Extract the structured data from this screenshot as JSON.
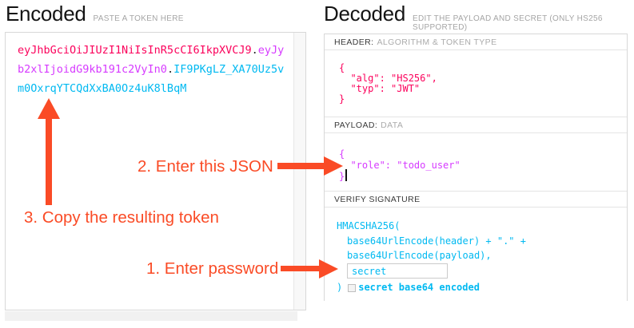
{
  "encoded": {
    "title": "Encoded",
    "subtitle": "PASTE A TOKEN HERE",
    "token": {
      "header_part": "eyJhbGciOiJIUzI1NiIsInR5cCI6IkpXVCJ9",
      "dot1": ".",
      "payload_part": "eyJyb2xlIjoidG9kb191c2VyIn0",
      "dot2": ".",
      "signature_part": "IF9PKgLZ_XA70Uz5vm0OxrqYTCQdXxBA0Oz4uK8lBqM"
    }
  },
  "decoded": {
    "title": "Decoded",
    "subtitle": "EDIT THE PAYLOAD AND SECRET (ONLY HS256 SUPPORTED)",
    "header_section": {
      "label_primary": "HEADER:",
      "label_secondary": "ALGORITHM & TOKEN TYPE",
      "json": "{\n  \"alg\": \"HS256\",\n  \"typ\": \"JWT\"\n}"
    },
    "payload_section": {
      "label_primary": "PAYLOAD:",
      "label_secondary": "DATA",
      "json": "{\n  \"role\": \"todo_user\"\n}"
    },
    "signature_section": {
      "label_primary": "VERIFY SIGNATURE",
      "code_line1": "HMACSHA256(",
      "code_line2": "base64UrlEncode(header) + \".\" +",
      "code_line3": "base64UrlEncode(payload),",
      "secret_value": "secret",
      "code_close_paren": ")",
      "checkbox_label": "secret base64 encoded"
    }
  },
  "annotations": {
    "step1": "1. Enter password",
    "step2": "2. Enter this JSON",
    "step3": "3. Copy the resulting token"
  },
  "colors": {
    "header_red": "#fb015b",
    "payload_purple": "#d63aff",
    "signature_blue": "#00b9f1",
    "annotation_orange": "#fa4b26",
    "dot": "#222222"
  }
}
